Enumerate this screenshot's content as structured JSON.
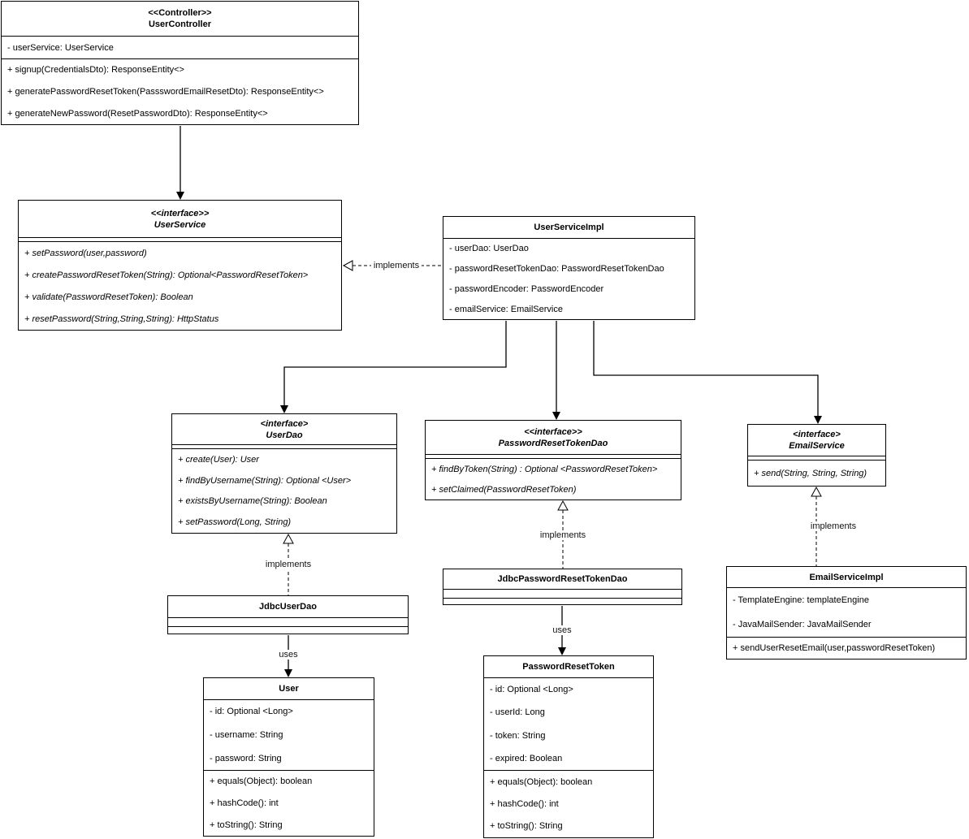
{
  "diagram": {
    "classes": [
      {
        "stereotype": "<<Controller>>",
        "name": "UserController",
        "attributes": [
          "- userService: UserService"
        ],
        "methods": [
          "+ signup(CredentialsDto): ResponseEntity<>",
          "+ generatePasswordResetToken(PassswordEmailResetDto): ResponseEntity<>",
          "+ generateNewPassword(ResetPasswordDto): ResponseEntity<>"
        ]
      },
      {
        "stereotype": "<<interface>>",
        "name": "UserService",
        "attributes": [],
        "methods": [
          "+ setPassword(user,password)",
          "+ createPasswordResetToken(String): Optional<PasswordResetToken>",
          "+ validate(PasswordResetToken): Boolean",
          "+ resetPassword(String,String,String): HttpStatus"
        ]
      },
      {
        "stereotype": "",
        "name": "UserServiceImpl",
        "attributes": [
          "- userDao: UserDao",
          "- passwordResetTokenDao: PasswordResetTokenDao",
          "- passwordEncoder: PasswordEncoder",
          "- emailService: EmailService"
        ],
        "methods": []
      },
      {
        "stereotype": "<interface>",
        "name": "UserDao",
        "attributes": [],
        "methods": [
          "+ create(User): User",
          "+ findByUsername(String): Optional <User>",
          "+ existsByUsername(String): Boolean",
          "+ setPassword(Long, String)"
        ]
      },
      {
        "stereotype": "<<interface>>",
        "name": "PasswordResetTokenDao",
        "attributes": [],
        "methods": [
          "+ findByToken(String) : Optional <PasswordResetToken>",
          "+ setClaimed(PasswordResetToken)"
        ]
      },
      {
        "stereotype": "<interface>",
        "name": "EmailService",
        "attributes": [],
        "methods": [
          "+ send(String, String, String)"
        ]
      },
      {
        "stereotype": "",
        "name": "JdbcUserDao",
        "attributes": [],
        "methods": []
      },
      {
        "stereotype": "",
        "name": "JdbcPasswordResetTokenDao",
        "attributes": [],
        "methods": []
      },
      {
        "stereotype": "",
        "name": "EmailServiceImpl",
        "attributes": [
          "- TemplateEngine: templateEngine",
          "- JavaMailSender: JavaMailSender"
        ],
        "methods": [
          "+ sendUserResetEmail(user,passwordResetToken)"
        ]
      },
      {
        "stereotype": "",
        "name": "User",
        "attributes": [
          "- id: Optional <Long>",
          "- username: String",
          "- password: String"
        ],
        "methods": [
          "+ equals(Object): boolean",
          "+ hashCode(): int",
          "+ toString(): String"
        ]
      },
      {
        "stereotype": "",
        "name": "PasswordResetToken",
        "attributes": [
          "- id: Optional <Long>",
          "- userId: Long",
          "- token: String",
          "- expired: Boolean"
        ],
        "methods": [
          "+ equals(Object): boolean",
          "+ hashCode(): int",
          "+ toString(): String"
        ]
      }
    ],
    "connectors": [
      {
        "from": "UserController",
        "to": "UserService",
        "type": "directed-association",
        "label": ""
      },
      {
        "from": "UserServiceImpl",
        "to": "UserService",
        "type": "realization",
        "label": "implements"
      },
      {
        "from": "UserServiceImpl",
        "to": "UserDao",
        "type": "directed-association",
        "label": ""
      },
      {
        "from": "UserServiceImpl",
        "to": "PasswordResetTokenDao",
        "type": "directed-association",
        "label": ""
      },
      {
        "from": "UserServiceImpl",
        "to": "EmailService",
        "type": "directed-association",
        "label": ""
      },
      {
        "from": "JdbcUserDao",
        "to": "UserDao",
        "type": "realization",
        "label": "implements"
      },
      {
        "from": "JdbcPasswordResetTokenDao",
        "to": "PasswordResetTokenDao",
        "type": "realization",
        "label": "implements"
      },
      {
        "from": "EmailServiceImpl",
        "to": "EmailService",
        "type": "realization",
        "label": "implements"
      },
      {
        "from": "JdbcUserDao",
        "to": "User",
        "type": "directed-association",
        "label": "uses"
      },
      {
        "from": "JdbcPasswordResetTokenDao",
        "to": "PasswordResetToken",
        "type": "directed-association",
        "label": "uses"
      }
    ],
    "colors": {
      "line": "#000000",
      "box_border": "#000000",
      "box_fill": "#ffffff"
    }
  }
}
